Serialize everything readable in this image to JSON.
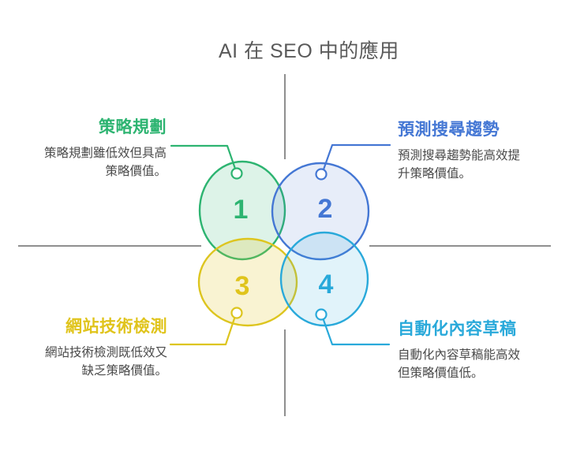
{
  "title": "AI 在 SEO 中的應用",
  "colors": {
    "axis_gray": "#8f8f8f",
    "body_text": "#4a4a4a",
    "title_text": "#595959",
    "green": "#2db471",
    "blue": "#4477d4",
    "yellow": "#e0c41c",
    "cyan": "#29a9da"
  },
  "quadrants": [
    {
      "number": "1",
      "label": "策略規劃",
      "description": "策略規劃雖低效但具高\n策略價值。",
      "color": "#2db471"
    },
    {
      "number": "2",
      "label": "預測搜尋趨勢",
      "description": "預測搜尋趨勢能高效提\n升策略價值。",
      "color": "#4477d4"
    },
    {
      "number": "3",
      "label": "網站技術檢測",
      "description": "網站技術檢測既低效又\n缺乏策略價值。",
      "color": "#e0c41c"
    },
    {
      "number": "4",
      "label": "自動化內容草稿",
      "description": "自動化內容草稿能高效\n但策略價值低。",
      "color": "#29a9da"
    }
  ]
}
